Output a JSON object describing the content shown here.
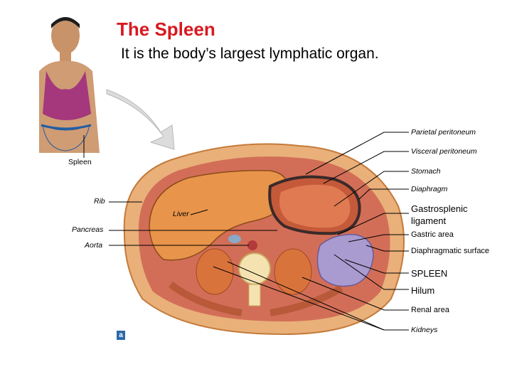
{
  "header": {
    "title": "The Spleen",
    "subtitle": "It is the body’s largest lymphatic organ."
  },
  "labels": {
    "spleen_left": "Spleen",
    "rib": "Rib",
    "pancreas": "Pancreas",
    "aorta": "Aorta",
    "liver": "Liver",
    "parietal_peritoneum": "Parietal peritoneum",
    "visceral_peritoneum": "Visceral peritoneum",
    "stomach": "Stomach",
    "diaphragm": "Diaphragm",
    "gastrosplenic_1": "Gastrosplenic",
    "gastrosplenic_2": "ligament",
    "gastric_area": "Gastric area",
    "diaphragmatic_surface": "Diaphragmatic surface",
    "spleen_caps": "SPLEEN",
    "hilum": "Hilum",
    "renal_area": "Renal area",
    "kidneys": "Kidneys"
  },
  "figure_badge": "a",
  "colors": {
    "title": "#d71920",
    "outer_tissue": "#e9b07a",
    "liver": "#e8944a",
    "stomach": "#c45a3a",
    "spleen": "#a99bd0"
  }
}
